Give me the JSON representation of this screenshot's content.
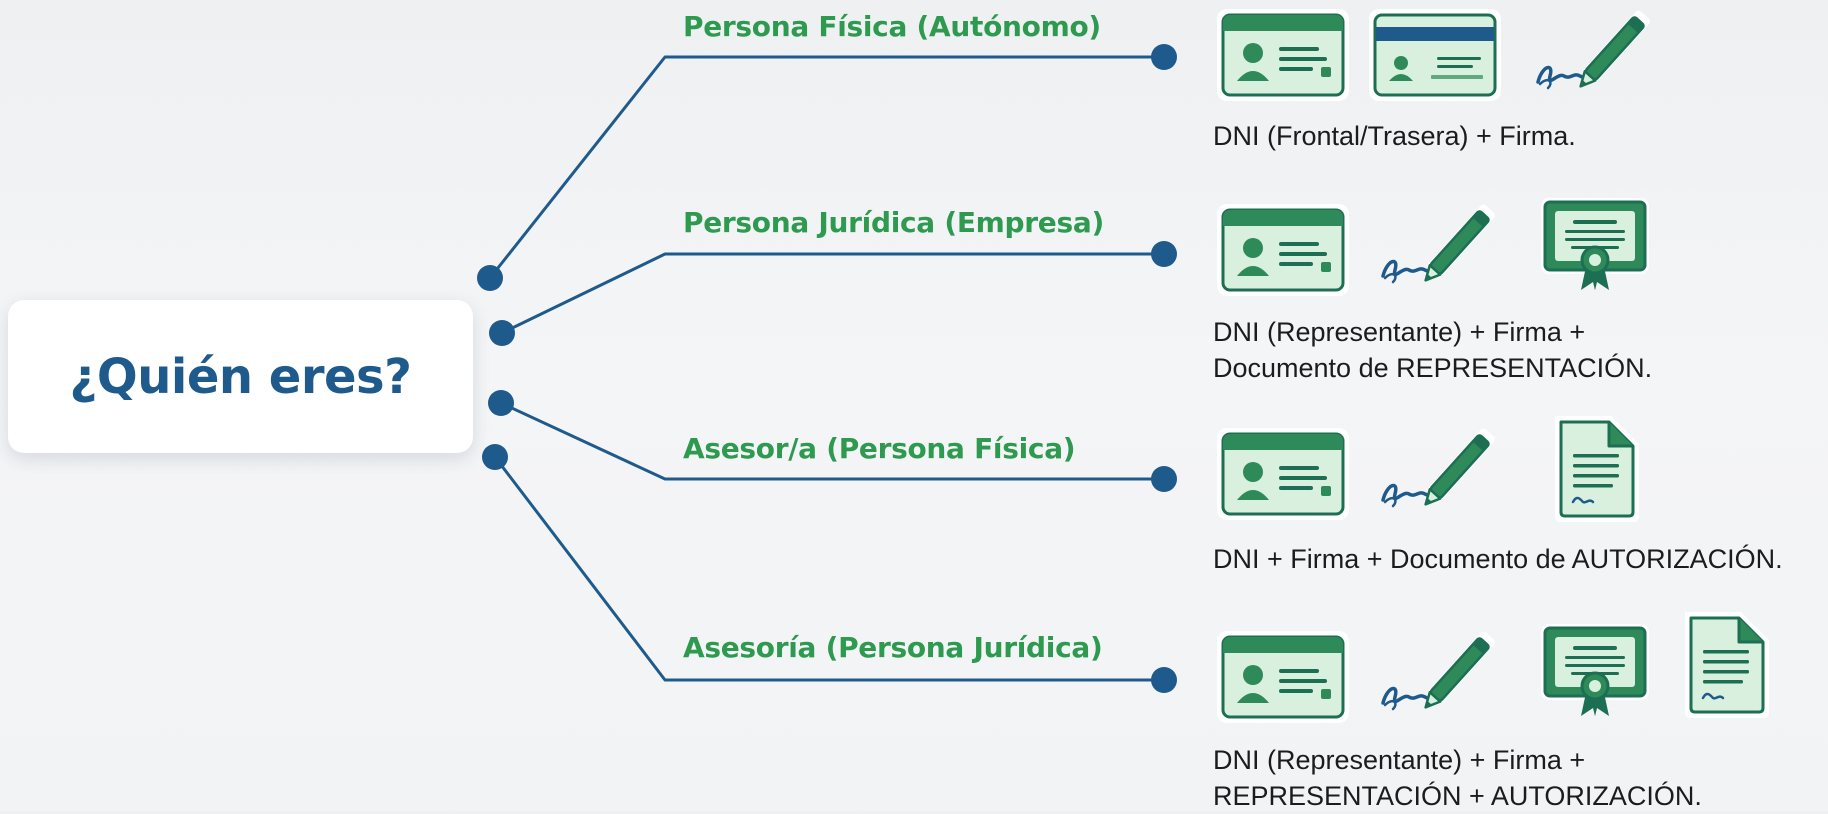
{
  "root": {
    "title": "¿Quién eres?"
  },
  "colors": {
    "line": "#1f5a8c",
    "node": "#1f5a8c",
    "label": "#2e9a50",
    "icon_fill": "#d8f0dd",
    "icon_stroke": "#2f8a5a",
    "icon_dark": "#1d6f53",
    "card_blue": "#1f5a8c"
  },
  "branches": [
    {
      "label": "Persona Física (Autónomo)",
      "icons": [
        "id-card-front-icon",
        "id-card-back-icon",
        "signature-pen-icon"
      ],
      "requirements": [
        "DNI (Frontal/Trasera) + Firma."
      ]
    },
    {
      "label": "Persona Jurídica (Empresa)",
      "icons": [
        "id-card-front-icon",
        "signature-pen-icon",
        "certificate-icon"
      ],
      "requirements": [
        "DNI (Representante) + Firma +",
        "Documento de REPRESENTACIÓN."
      ]
    },
    {
      "label": "Asesor/a (Persona Física)",
      "icons": [
        "id-card-front-icon",
        "signature-pen-icon",
        "signed-document-icon"
      ],
      "requirements": [
        "DNI + Firma + Documento de AUTORIZACIÓN."
      ]
    },
    {
      "label": "Asesoría (Persona Jurídica)",
      "icons": [
        "id-card-front-icon",
        "signature-pen-icon",
        "certificate-icon",
        "signed-document-icon"
      ],
      "requirements": [
        "DNI (Representante) + Firma +",
        "REPRESENTACIÓN + AUTORIZACIÓN."
      ]
    }
  ]
}
